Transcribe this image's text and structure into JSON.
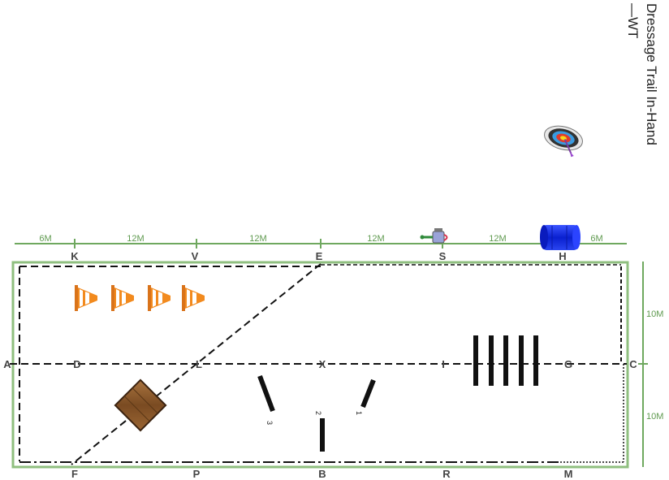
{
  "title_lines": [
    "Dressage Trail In-Hand",
    "—WT"
  ],
  "top_measures": [
    "6M",
    "12M",
    "12M",
    "12M",
    "12M",
    "6M"
  ],
  "right_measures": [
    "10M",
    "10M"
  ],
  "letters": {
    "top": [
      "K",
      "V",
      "E",
      "S",
      "H"
    ],
    "centerline": [
      "A",
      "D",
      "L",
      "X",
      "I",
      "G",
      "C"
    ],
    "bottom": [
      "F",
      "P",
      "B",
      "R",
      "M"
    ]
  },
  "pole_numbers": [
    "3",
    "2",
    "1"
  ],
  "objects": {
    "cones": [
      "cone-icon",
      "cone-icon",
      "cone-icon",
      "cone-icon"
    ],
    "poles": 5,
    "box": "wooden-box-icon",
    "target": "target-icon",
    "barrel": "barrel-icon",
    "watering_can": "watering-can-icon"
  },
  "colors": {
    "arena_border": "#8fbf7f",
    "measure_line": "#6fa85f",
    "measure_text": "#5f9a4f",
    "path": "#111111",
    "cone": "#f28a1e",
    "barrel": "#1530e0",
    "box": "#8a5a2e"
  }
}
